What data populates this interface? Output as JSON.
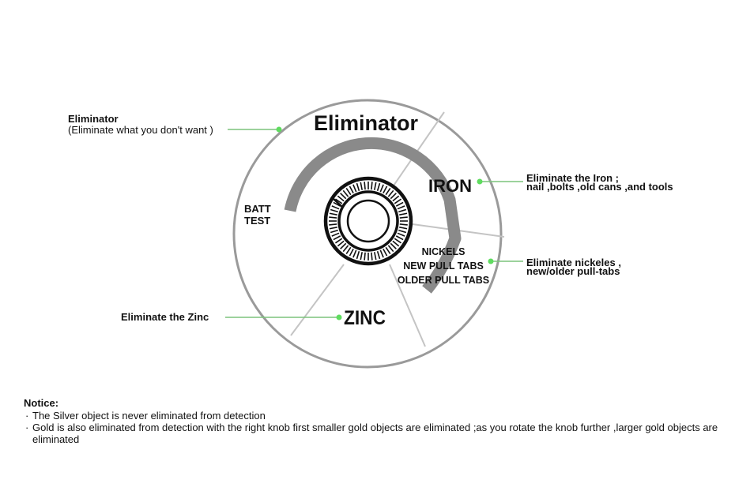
{
  "dial": {
    "title": "Eliminator",
    "batt_line1": "BATT",
    "batt_line2": "TEST",
    "iron": "IRON",
    "zinc": "ZINC",
    "nickels_line1": "NICKELS",
    "nickels_line2": "NEW PULL TABS",
    "nickels_line3": "OLDER PULL TABS"
  },
  "callouts": {
    "eliminator": {
      "title": "Eliminator",
      "subtitle": "(Eliminate what you don't want )"
    },
    "iron": {
      "line1": "Eliminate the Iron ;",
      "line2": "nail ,bolts ,old cans ,and tools"
    },
    "nickels": {
      "line1": "Eliminate nickeles ,",
      "line2": "new/older pull-tabs"
    },
    "zinc": {
      "line1": "Eliminate the Zinc"
    }
  },
  "notice": {
    "title": "Notice:",
    "bullet": "·",
    "items": [
      "The Silver object is never eliminated from detection",
      "Gold is also eliminated from detection with the right knob first smaller gold objects are eliminated ;as you rotate the knob further ,larger gold objects are eliminated"
    ]
  },
  "colors": {
    "ring": "#9a9a9a",
    "divider": "#c4c4c4",
    "arc": "#8a8a8a",
    "leader": "#7cc47c",
    "dot": "#5fdc5f",
    "text": "#111111"
  }
}
